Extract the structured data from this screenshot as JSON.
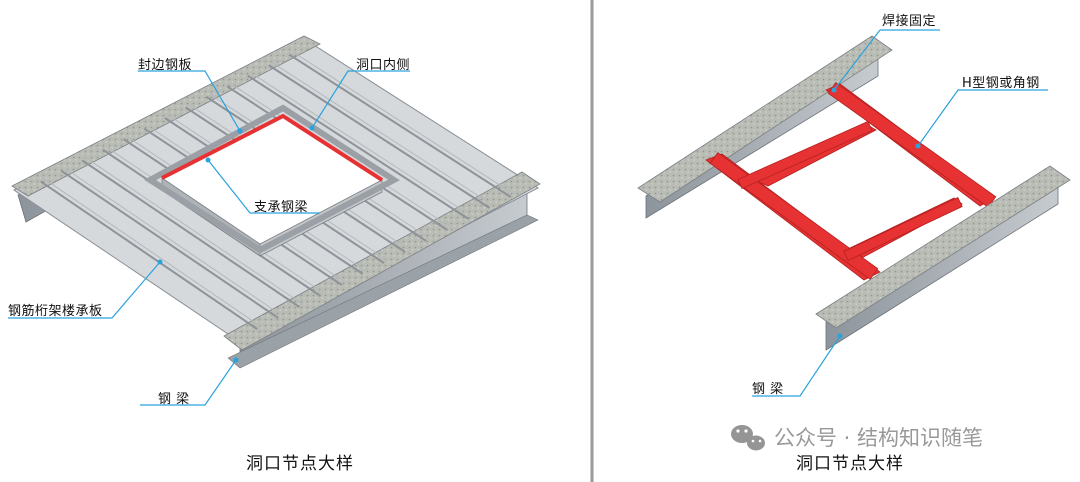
{
  "left_panel": {
    "labels": {
      "edge_plate": "封边钢板",
      "opening_inner": "洞口内侧",
      "support_beam": "支承钢梁",
      "truss_deck": "钢筋桁架楼承板",
      "steel_beam": "钢 梁"
    },
    "caption": "洞口节点大样"
  },
  "right_panel": {
    "labels": {
      "weld_fix": "焊接固定",
      "h_steel": "H型钢或角钢",
      "steel_beam": "钢 梁"
    },
    "caption": "洞口节点大样"
  },
  "watermark": {
    "text": "公众号 · 结构知识随笔",
    "icon": "wechat-icon"
  },
  "colors": {
    "accent_red": "#e63232",
    "leader_blue": "#29a3dd",
    "divider": "#9a9a9a",
    "steel_gray": "#a7adb3"
  }
}
